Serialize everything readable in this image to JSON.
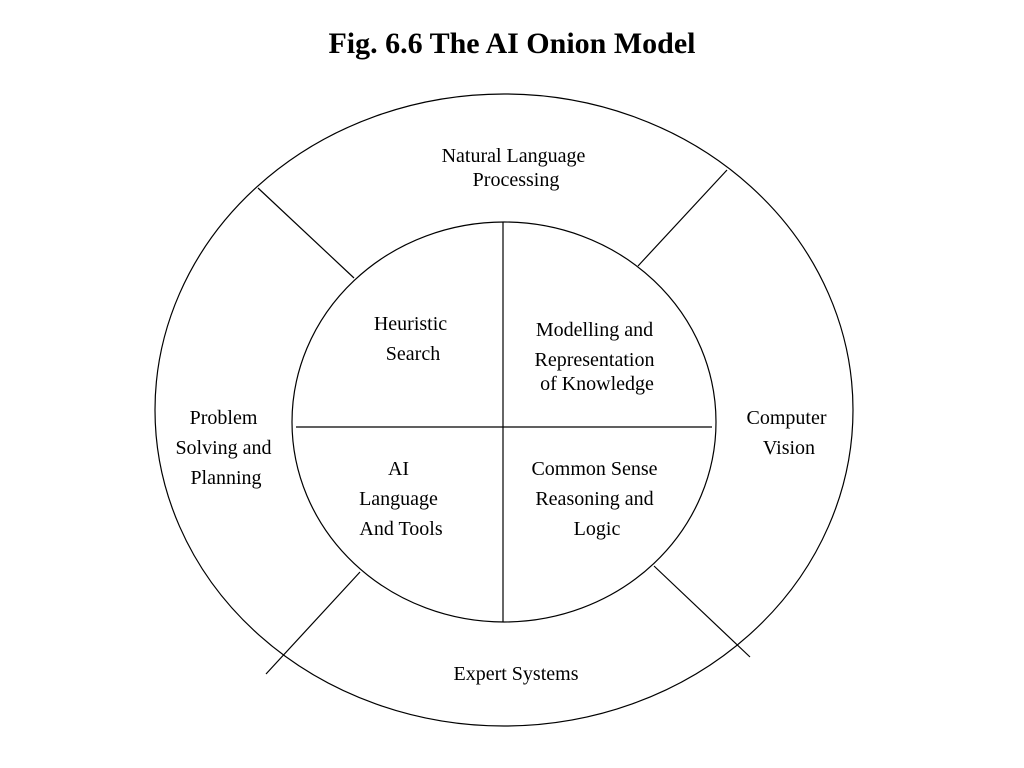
{
  "title": "Fig. 6.6 The AI Onion Model",
  "colors": {
    "stroke": "#000000",
    "background": "#ffffff"
  },
  "outer_ring": {
    "top": [
      "Natural Language",
      "Processing"
    ],
    "right": [
      "Computer",
      "Vision"
    ],
    "bottom": [
      "Expert Systems"
    ],
    "left": [
      "Problem",
      "Solving and",
      "Planning"
    ]
  },
  "inner_core": {
    "top_left": [
      "Heuristic",
      "Search"
    ],
    "top_right": [
      "Modelling and",
      "Representation",
      "of Knowledge"
    ],
    "bottom_left": [
      "AI",
      "Language",
      "And Tools"
    ],
    "bottom_right": [
      "Common Sense",
      "Reasoning and",
      "Logic"
    ]
  }
}
